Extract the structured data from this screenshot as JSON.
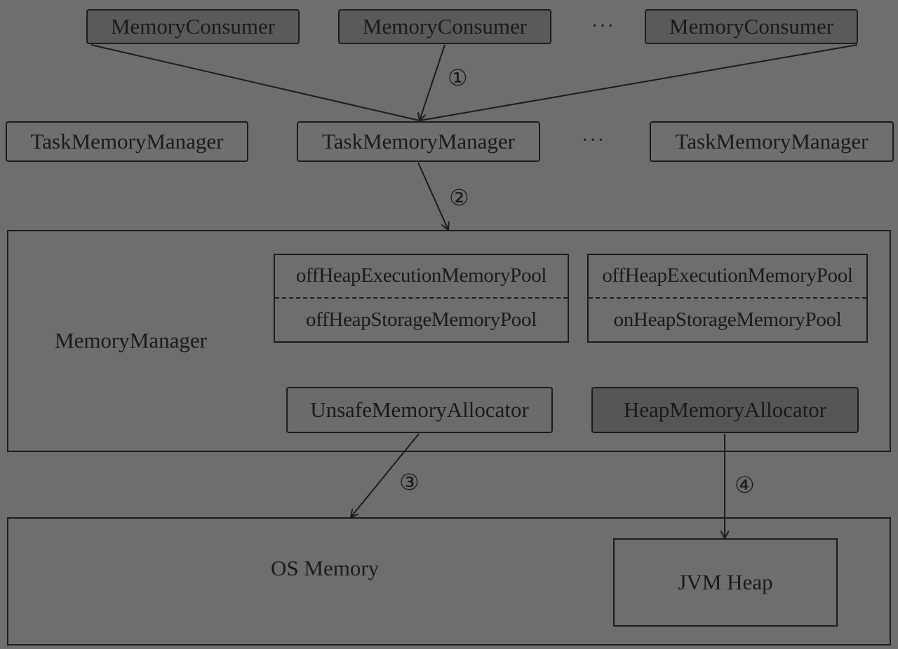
{
  "consumers": [
    "MemoryConsumer",
    "MemoryConsumer",
    "MemoryConsumer"
  ],
  "task_managers": [
    "TaskMemoryManager",
    "TaskMemoryManager",
    "TaskMemoryManager"
  ],
  "ellipsis": "···",
  "memory_manager": {
    "label": "MemoryManager",
    "pool_left": {
      "top": "offHeapExecutionMemoryPool",
      "bottom": "offHeapStorageMemoryPool"
    },
    "pool_right": {
      "top": "offHeapExecutionMemoryPool",
      "bottom": "onHeapStorageMemoryPool"
    },
    "unsafe_allocator": "UnsafeMemoryAllocator",
    "heap_allocator": "HeapMemoryAllocator"
  },
  "os_memory": {
    "label": "OS Memory",
    "jvm_heap": "JVM Heap"
  },
  "steps": [
    "①",
    "②",
    "③",
    "④"
  ],
  "colors": {
    "background": "#6e6e6e",
    "consumer_fill": "#5a5a5a",
    "heap_allocator_fill": "#565656",
    "line": "#1c1c1c"
  }
}
